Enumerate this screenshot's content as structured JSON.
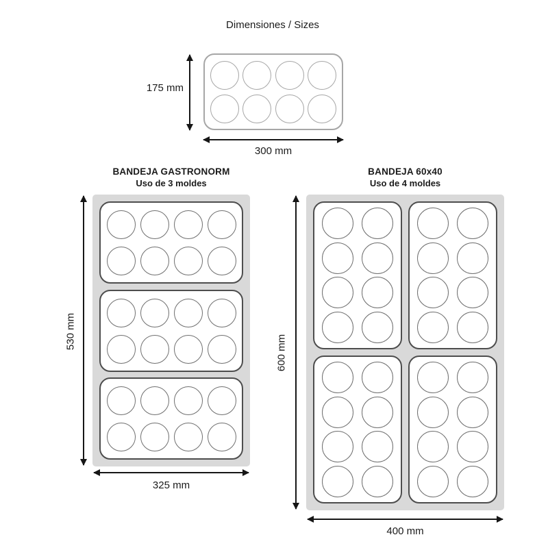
{
  "diagram": {
    "title": "Dimensiones / Sizes",
    "mold": {
      "height_label": "175 mm",
      "width_label": "300 mm",
      "cavities": 8,
      "cavity_layout": "4x2"
    },
    "tray_gastronorm": {
      "title": "BANDEJA GASTRONORM",
      "subtitle": "Uso de 3 moldes",
      "height_label": "530 mm",
      "width_label": "325 mm",
      "mold_count": 3
    },
    "tray_60x40": {
      "title": "BANDEJA 60x40",
      "subtitle": "Uso de 4 moldes",
      "height_label": "600 mm",
      "width_label": "400 mm",
      "mold_count": 4
    }
  }
}
